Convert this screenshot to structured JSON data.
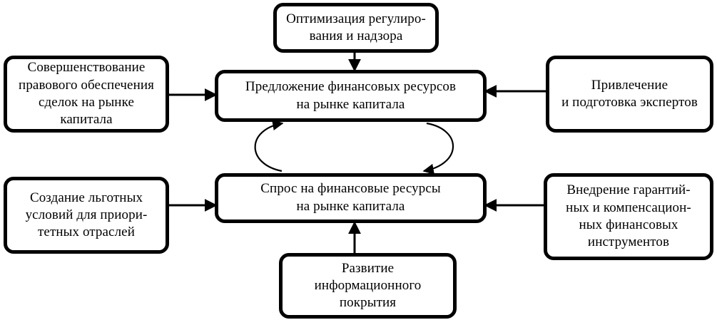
{
  "diagram": {
    "language": "ru",
    "type": "block-flow-diagram",
    "background_color": "#ffffff",
    "line_color": "#000000",
    "nodes": [
      {
        "id": "top-regulation",
        "label": "Оптимизация регулиро-\nвания и надзора",
        "role": "support-measure",
        "position": "top-center"
      },
      {
        "id": "left-legal",
        "label": "Совершенствование\nправового обеспечения\nсделок на рынке\nкапитала",
        "role": "support-measure",
        "position": "left-upper"
      },
      {
        "id": "supply",
        "label": "Предложение  финансовых ресурсов\nна рынке капитала",
        "role": "central-concept",
        "position": "center-upper"
      },
      {
        "id": "right-experts",
        "label": "Привлечение\nи подготовка экспертов",
        "role": "support-measure",
        "position": "right-upper"
      },
      {
        "id": "left-preferences",
        "label": "Создание льготных\nусловий для приори-\nтетных отраслей",
        "role": "support-measure",
        "position": "left-lower"
      },
      {
        "id": "demand",
        "label": "Спрос на финансовые ресурсы\nна рынке капитала",
        "role": "central-concept",
        "position": "center-lower"
      },
      {
        "id": "right-guarantees",
        "label": "Внедрение гарантий-\nных и компенсацион-\nных финансовых\nинструментов",
        "role": "support-measure",
        "position": "right-lower"
      },
      {
        "id": "bottom-info",
        "label": "Развитие\nинформационного\nпокрытия",
        "role": "support-measure",
        "position": "bottom-center"
      }
    ],
    "connectors": [
      {
        "id": "top-regulation-to-supply",
        "from": "top-regulation",
        "to": "supply",
        "style": "straight",
        "direction": "down"
      },
      {
        "id": "left-legal-to-supply",
        "from": "left-legal",
        "to": "supply",
        "style": "straight",
        "direction": "right"
      },
      {
        "id": "right-experts-to-supply",
        "from": "right-experts",
        "to": "supply",
        "style": "straight",
        "direction": "left"
      },
      {
        "id": "left-preferences-to-demand",
        "from": "left-preferences",
        "to": "demand",
        "style": "straight",
        "direction": "right"
      },
      {
        "id": "right-guarantees-to-demand",
        "from": "right-guarantees",
        "to": "demand",
        "style": "straight",
        "direction": "left"
      },
      {
        "id": "bottom-info-to-demand",
        "from": "bottom-info",
        "to": "demand",
        "style": "straight",
        "direction": "up"
      },
      {
        "id": "demand-to-supply-curve",
        "from": "demand",
        "to": "supply",
        "style": "curved",
        "direction": "up"
      },
      {
        "id": "supply-to-demand-curve",
        "from": "supply",
        "to": "demand",
        "style": "curved",
        "direction": "down"
      }
    ]
  }
}
